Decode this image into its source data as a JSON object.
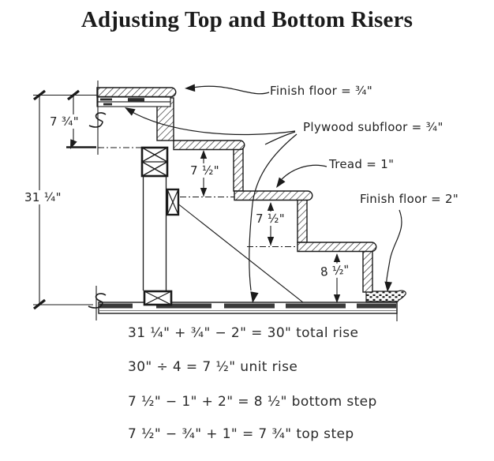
{
  "title": "Adjusting Top and Bottom Risers",
  "colors": {
    "ink": "#1b1b1b",
    "paper": "#ffffff"
  },
  "diagram": {
    "dimensions": {
      "total_rise": "31 ¼\"",
      "top_riser": "7 ¾\"",
      "riser_2": "7 ½\"",
      "riser_3": "7 ½\"",
      "bottom_riser": "8 ½\""
    },
    "callouts": {
      "finish_floor_top": "Finish floor = ¾\"",
      "plywood_subfloor": "Plywood subfloor = ¾\"",
      "tread": "Tread = 1\"",
      "finish_floor_bottom": "Finish floor = 2\""
    }
  },
  "equations": [
    "31 ¼\" + ¾\" − 2\" = 30\" total rise",
    "30\" ÷ 4 = 7 ½\" unit rise",
    "7 ½\" − 1\" + 2\" = 8 ½\" bottom step",
    "7 ½\" − ¾\" + 1\" = 7 ¾\" top step"
  ]
}
